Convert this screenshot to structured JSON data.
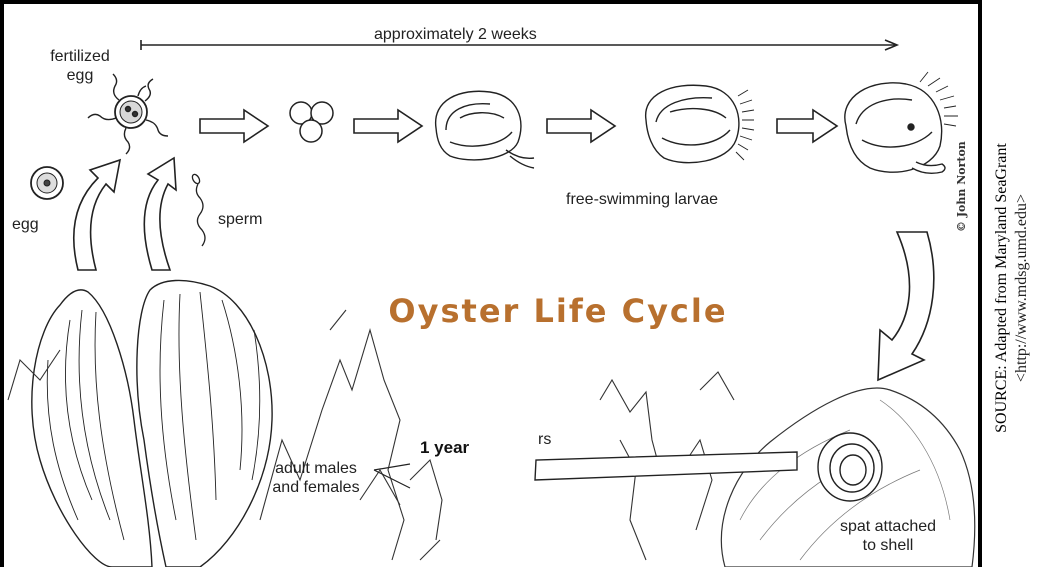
{
  "title": "Oyster Life Cycle",
  "labels": {
    "fertilized_line1": "fertilized",
    "fertilized_line2": "egg",
    "egg": "egg",
    "sperm": "sperm",
    "duration": "approximately 2 weeks",
    "larvae": "free-swimming larvae",
    "adult_line1": "adult males",
    "adult_line2": "and females",
    "one_year": "1 year",
    "years_fragment": "rs",
    "spat_line1": "spat attached",
    "spat_line2": "to shell"
  },
  "credit": "© John Norton",
  "source": {
    "line1": "SOURCE: Adapted from Maryland SeaGrant",
    "line2": "<http://www.mdsg.umd.edu>"
  },
  "colors": {
    "title": "#b8702e",
    "line": "#222222",
    "frame": "#000000"
  }
}
